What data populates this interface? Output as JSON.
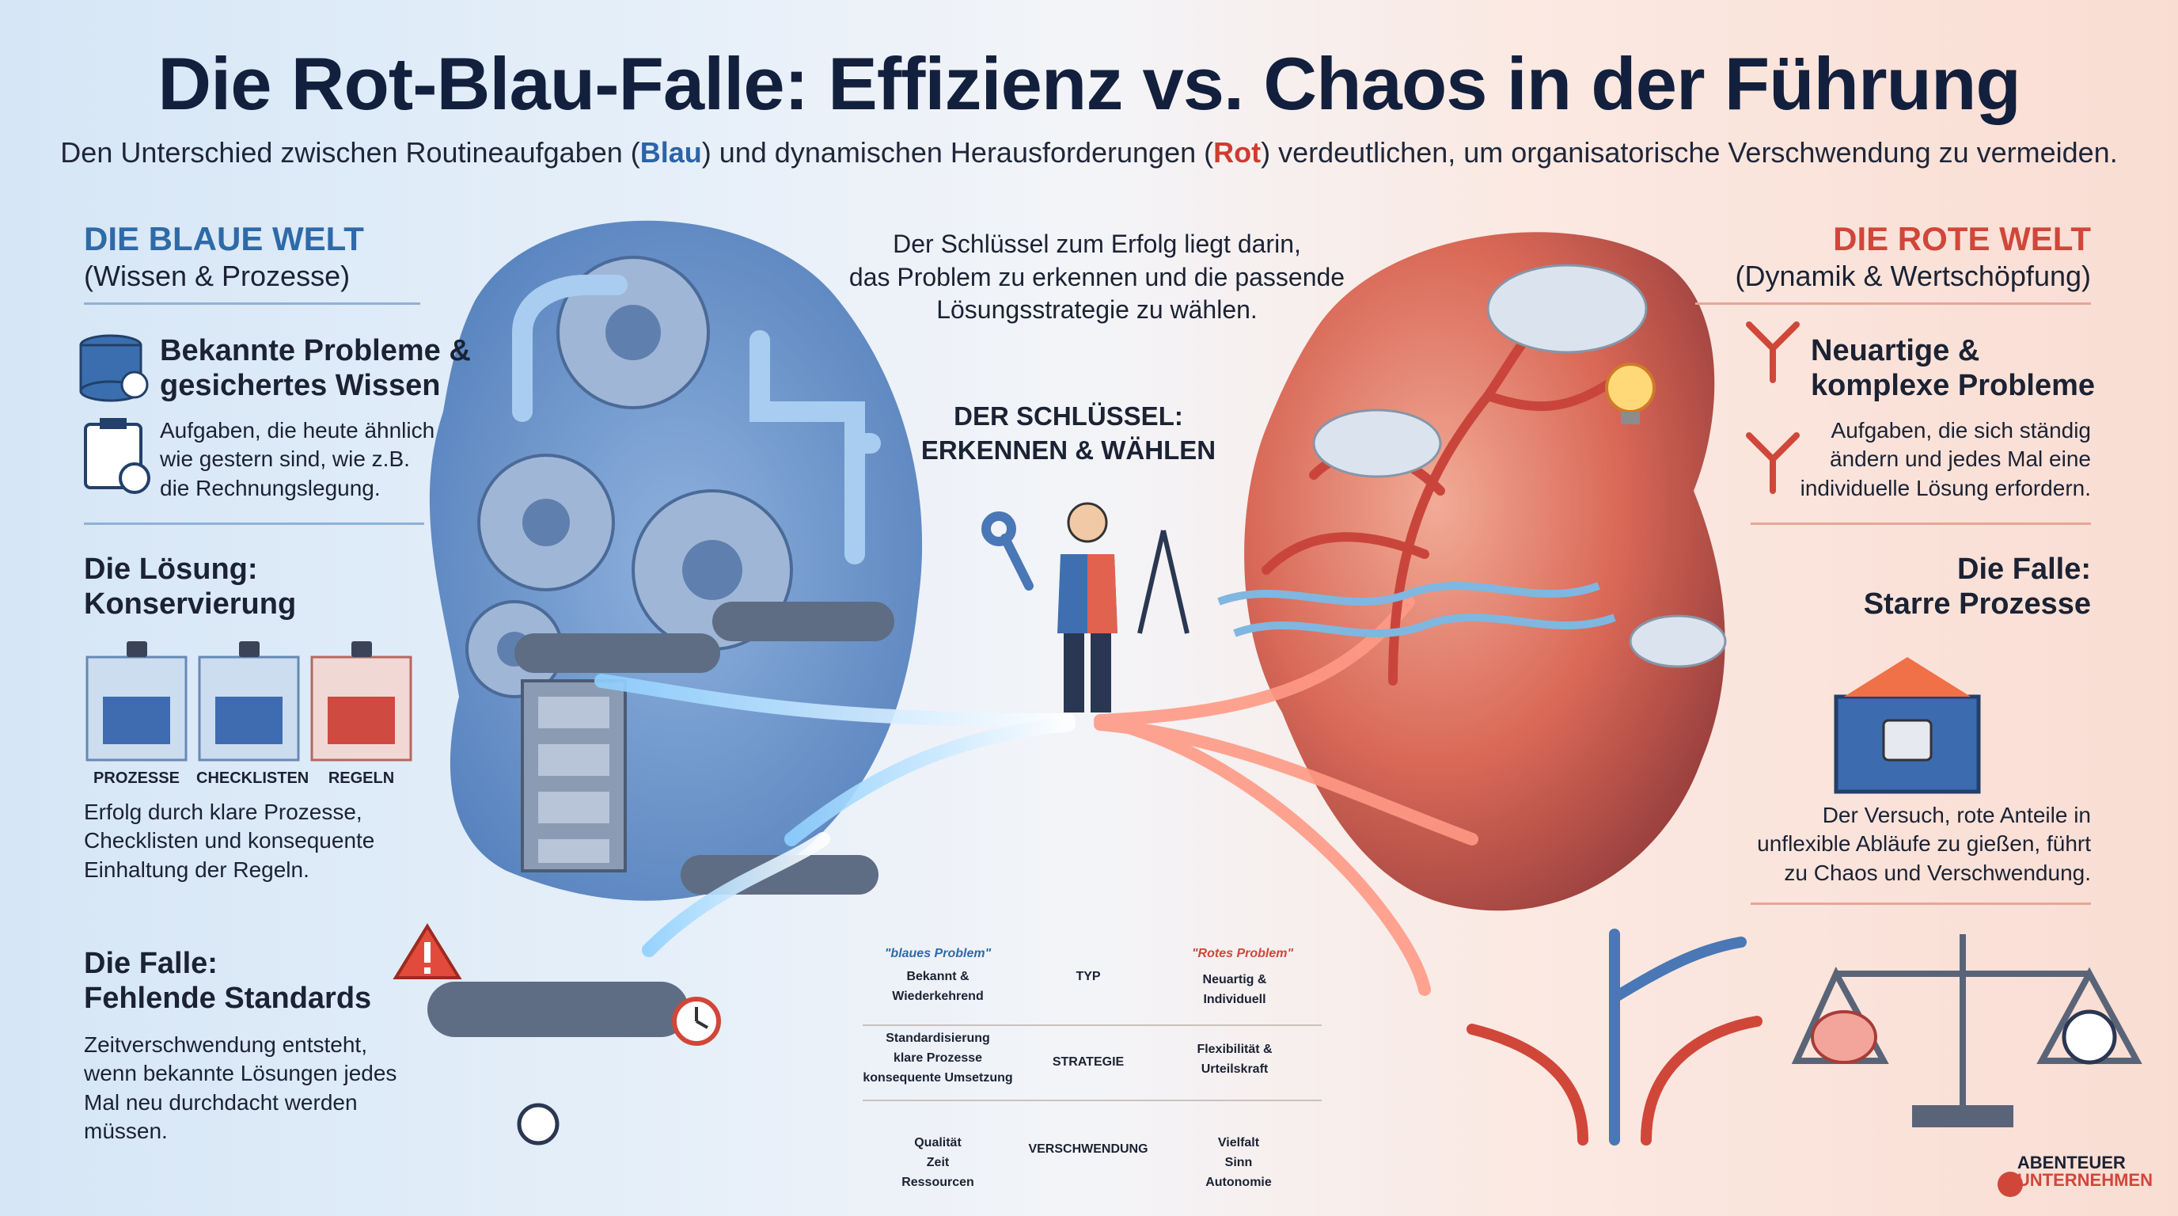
{
  "header": {
    "title": "Die Rot-Blau-Falle: Effizienz vs. Chaos in der Führung",
    "subtitle_pre": "Den Unterschied zwischen Routineaufgaben (",
    "subtitle_blue": "Blau",
    "subtitle_mid": ") und dynamischen Herausforderungen (",
    "subtitle_red": "Rot",
    "subtitle_post": ") verdeutlichen, um organisatorische Verschwendung zu vermeiden."
  },
  "blue": {
    "heading": "DIE BLAUE WELT",
    "subheading": "(Wissen & Prozesse)",
    "block1_title_1": "Bekannte Probleme &",
    "block1_title_2": "gesichertes Wissen",
    "block1_text_1": "Aufgaben, die heute ähnlich",
    "block1_text_2": "wie gestern sind, wie z.B.",
    "block1_text_3": "die Rechnungslegung.",
    "block2_title_1": "Die Lösung:",
    "block2_title_2": "Konservierung",
    "boxes": [
      "PROZESSE",
      "CHECKLISTEN",
      "REGELN"
    ],
    "block2_text_1": "Erfolg durch klare Prozesse,",
    "block2_text_2": "Checklisten und konsequente",
    "block2_text_3": "Einhaltung der Regeln.",
    "block3_title_1": "Die Falle:",
    "block3_title_2": "Fehlende Standards",
    "block3_text_1": "Zeitverschwendung entsteht,",
    "block3_text_2": "wenn bekannte Lösungen jedes",
    "block3_text_3": "Mal neu durchdacht werden",
    "block3_text_4": "müssen.",
    "accent": "#2f6aa8"
  },
  "center": {
    "text_1": "Der Schlüssel zum Erfolg liegt darin,",
    "text_2": "das Problem zu erkennen und die passende",
    "text_3": "Lösungsstrategie zu wählen.",
    "key_1": "DER SCHLÜSSEL:",
    "key_2": "ERKENNEN & WÄHLEN"
  },
  "red": {
    "heading": "DIE ROTE WELT",
    "subheading": "(Dynamik & Wertschöpfung)",
    "block1_title_1": "Neuartige &",
    "block1_title_2": "komplexe Probleme",
    "block1_text_1": "Aufgaben, die sich ständig",
    "block1_text_2": "ändern und jedes Mal eine",
    "block1_text_3": "individuelle Lösung erfordern.",
    "block2_title_1": "Die Falle:",
    "block2_title_2": "Starre Prozesse",
    "block2_text_1": "Der Versuch, rote Anteile in",
    "block2_text_2": "unflexible Abläufe zu gießen, führt",
    "block2_text_3": "zu Chaos und Verschwendung.",
    "accent": "#d0473a"
  },
  "table": {
    "blue_header": "\"blaues Problem\"",
    "red_header": "\"Rotes Problem\"",
    "row1_label": "TYP",
    "row1_blue_1": "Bekannt &",
    "row1_blue_2": "Wiederkehrend",
    "row1_red_1": "Neuartig &",
    "row1_red_2": "Individuell",
    "row2_label": "STRATEGIE",
    "row2_blue_1": "Standardisierung",
    "row2_blue_2": "klare Prozesse",
    "row2_blue_3": "konsequente Umsetzung",
    "row2_red_1": "Flexibilität &",
    "row2_red_2": "Urteilskraft",
    "row3_label": "VERSCHWENDUNG",
    "row3_blue_1": "Qualität",
    "row3_blue_2": "Zeit",
    "row3_blue_3": "Ressourcen",
    "row3_red_1": "Vielfalt",
    "row3_red_2": "Sinn",
    "row3_red_3": "Autonomie"
  },
  "logo": {
    "line1": "ABENTEUER",
    "line2": "UNTERNEHMEN"
  },
  "icons": [
    "database-check-icon",
    "clipboard-checklist-icon",
    "gear-icon",
    "conveyor-icon",
    "filing-cabinet-icon",
    "warning-icon",
    "clock-icon",
    "person-icon",
    "wrench-icon",
    "compass-icon",
    "cloud-icon",
    "lightbulb-icon",
    "split-arrow-icon",
    "locked-box-icon",
    "scale-icon",
    "brain-icon"
  ]
}
